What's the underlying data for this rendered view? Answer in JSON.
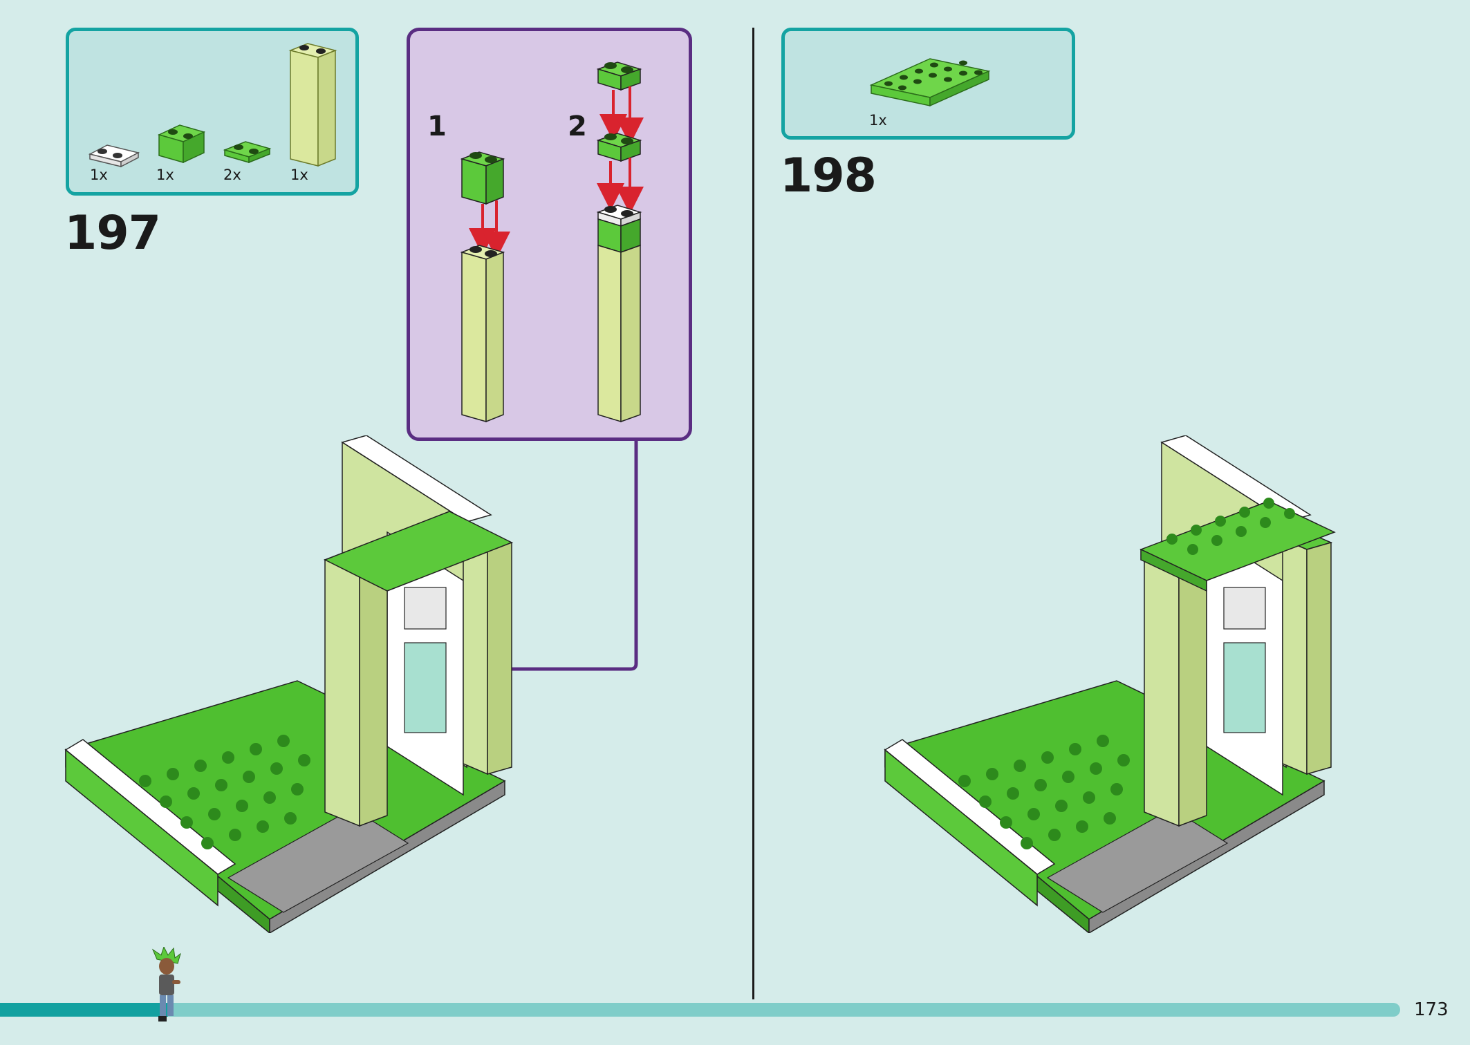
{
  "page": {
    "number": "173",
    "progress": 0.12
  },
  "step_197": {
    "number": "197",
    "parts": [
      {
        "qty": "1x",
        "color": "#ffffff",
        "name": "white 1x2 plate"
      },
      {
        "qty": "1x",
        "color": "#5cc93b",
        "name": "green 1x2 brick"
      },
      {
        "qty": "2x",
        "color": "#5cc93b",
        "name": "green 1x2 plate"
      },
      {
        "qty": "1x",
        "color": "#d8e79b",
        "name": "lime 1x2x5 brick"
      }
    ],
    "substeps": [
      "1",
      "2"
    ]
  },
  "step_198": {
    "number": "198",
    "parts": [
      {
        "qty": "1x",
        "color": "#5cc93b",
        "name": "green 2x6 plate"
      }
    ]
  },
  "colors": {
    "background": "#d5ecea",
    "parts_border": "#14a3a2",
    "callout_border": "#5a2d82",
    "callout_fill": "#d8c8e6",
    "arrow": "#d9232e",
    "green": "#5cc93b",
    "lime": "#d8e79b"
  }
}
